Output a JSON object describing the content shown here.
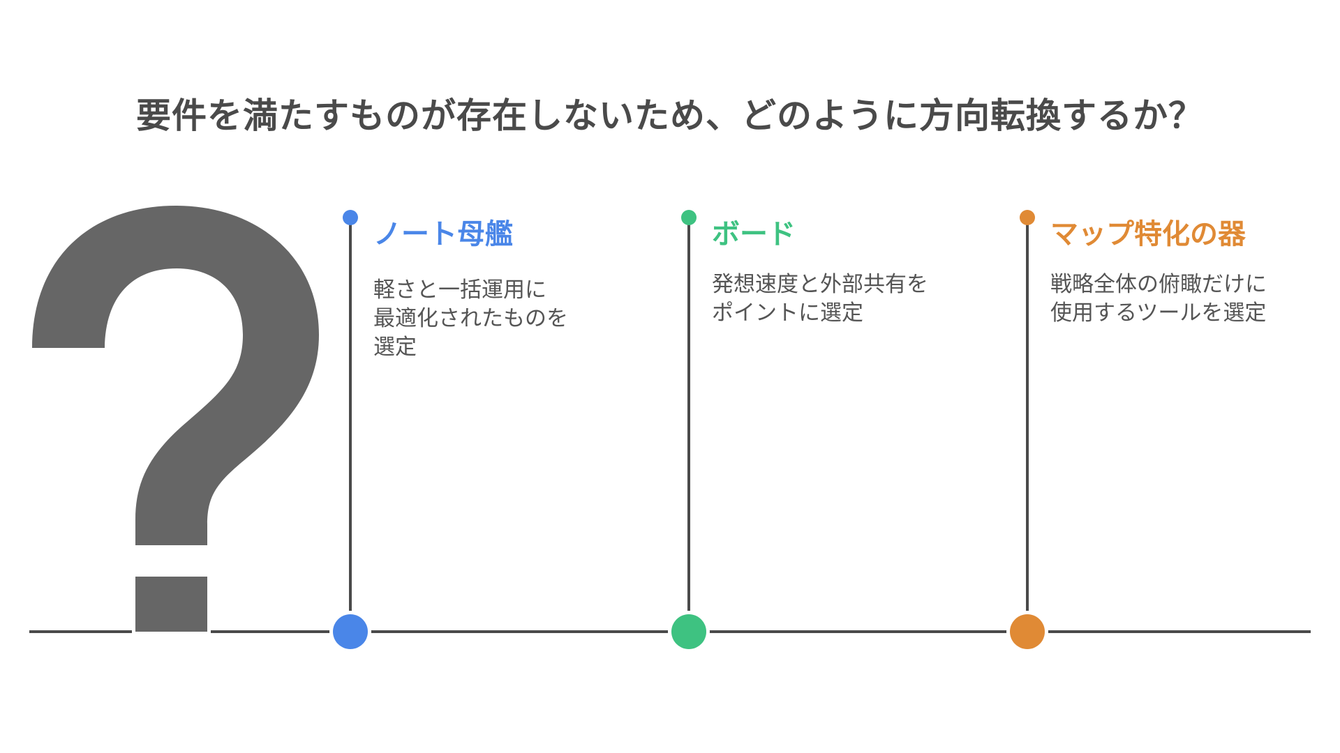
{
  "title": "要件を満たすものが存在しないため、どのように方向転換するか？",
  "icon": {
    "name": "question-mark-icon",
    "color": "#666666"
  },
  "timeline": {
    "line_color": "#4a4a4a"
  },
  "options": [
    {
      "heading": "ノート母艦",
      "description": "軽さと一括運用に\n最適化されたものを\n選定",
      "color": "#4a86e8"
    },
    {
      "heading": "ボード",
      "description": "発想速度と外部共有を\nポイントに選定",
      "color": "#3ec281"
    },
    {
      "heading": "マップ特化の器",
      "description": "戦略全体の俯瞰だけに\n使用するツールを選定",
      "color": "#e08a35"
    }
  ]
}
